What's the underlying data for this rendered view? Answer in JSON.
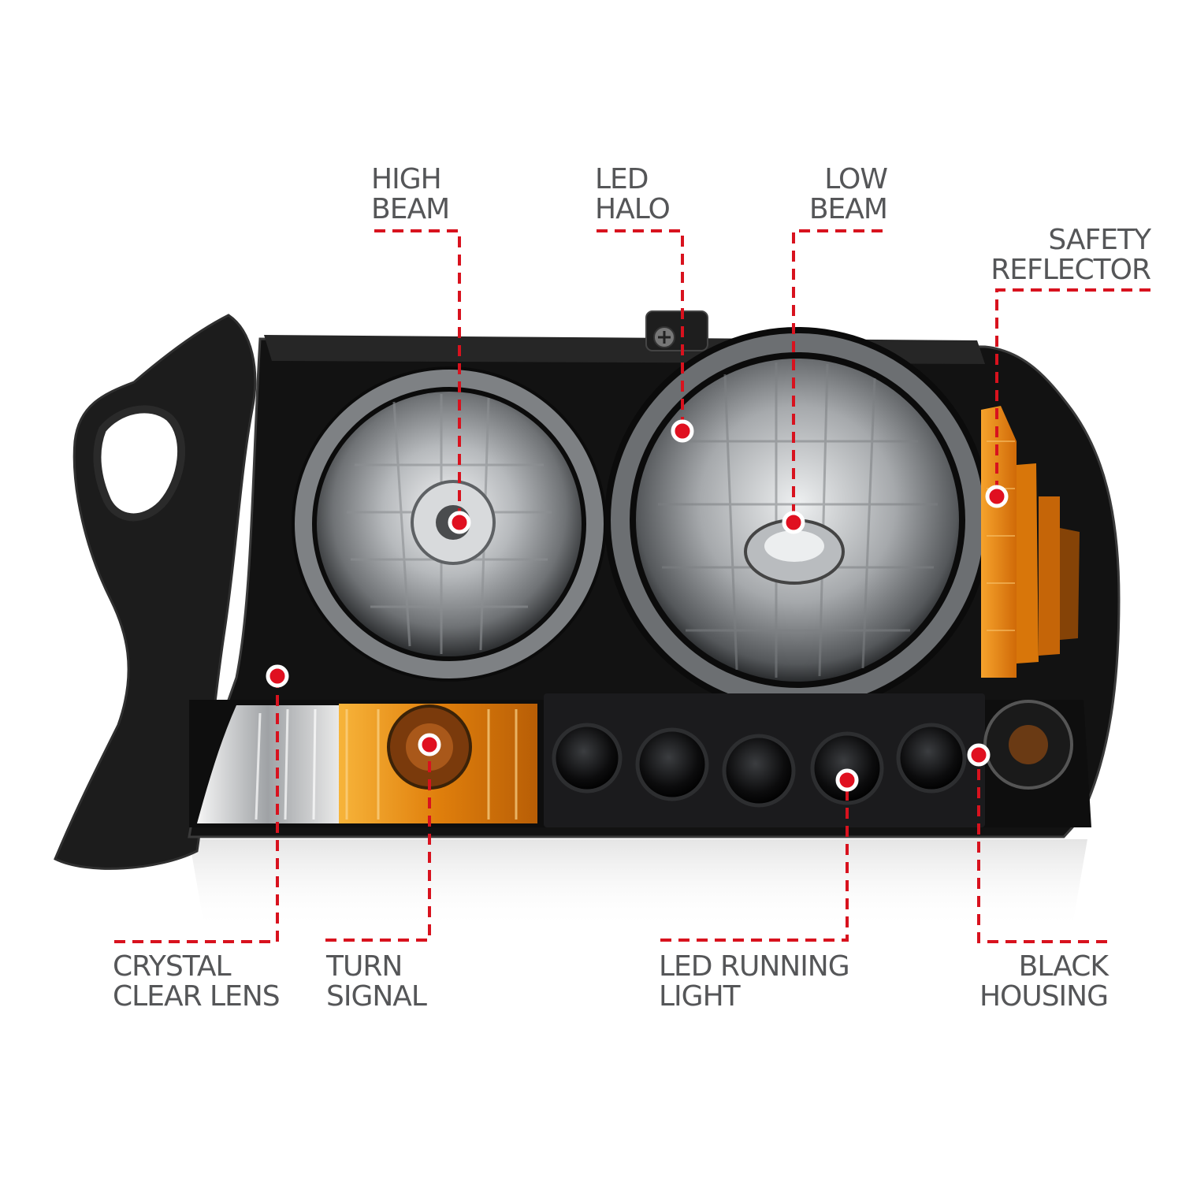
{
  "callouts": {
    "high_beam": {
      "line1": "HIGH",
      "line2": "BEAM"
    },
    "led_halo": {
      "line1": "LED",
      "line2": "HALO"
    },
    "low_beam": {
      "line1": "LOW",
      "line2": "BEAM"
    },
    "safety_reflector": {
      "line1": "SAFETY",
      "line2": "REFLECTOR"
    },
    "crystal_clear_lens": {
      "line1": "CRYSTAL",
      "line2": "CLEAR LENS"
    },
    "turn_signal": {
      "line1": "TURN",
      "line2": "SIGNAL"
    },
    "led_running_light": {
      "line1": "LED RUNNING",
      "line2": "LIGHT"
    },
    "black_housing": {
      "line1": "BLACK",
      "line2": "HOUSING"
    }
  },
  "colors": {
    "label_text": "#555658",
    "leader_line": "#d8121e",
    "marker_fill": "#e01020",
    "marker_ring": "#ffffff",
    "housing": "#161616",
    "amber": "#e88a12",
    "chrome": "#b9bcbf"
  }
}
